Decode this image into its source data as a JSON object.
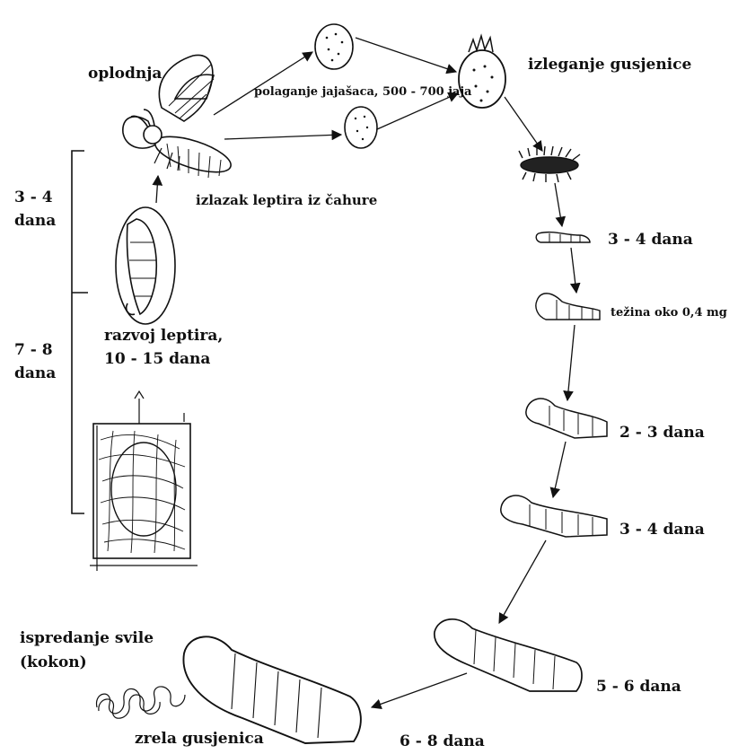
{
  "labels": {
    "oplodnja": "oplodnja",
    "polaganje": "polaganje jajašaca, 500 - 700 jaja",
    "izleganje": "izleganje gusjenice",
    "izlazak": "izlazak leptira iz čahure",
    "stage1": "3 - 4 dana",
    "tezina": "težina oko 0,4 mg",
    "stage2": "2 - 3 dana",
    "stage3": "3 - 4 dana",
    "stage4": "5 - 6 dana",
    "stage5": "6 - 8 dana",
    "zrela": "zrela gusjenica",
    "ispredanje_1": "ispredanje svile",
    "ispredanje_2": "(kokon)",
    "razvoj_1": "razvoj leptira,",
    "razvoj_2": "10 - 15 dana",
    "bracket_top_1": "3 - 4",
    "bracket_top_2": "dana",
    "bracket_bot_1": "7 - 8",
    "bracket_bot_2": "dana"
  },
  "colors": {
    "ink": "#111111",
    "background": "#ffffff"
  }
}
